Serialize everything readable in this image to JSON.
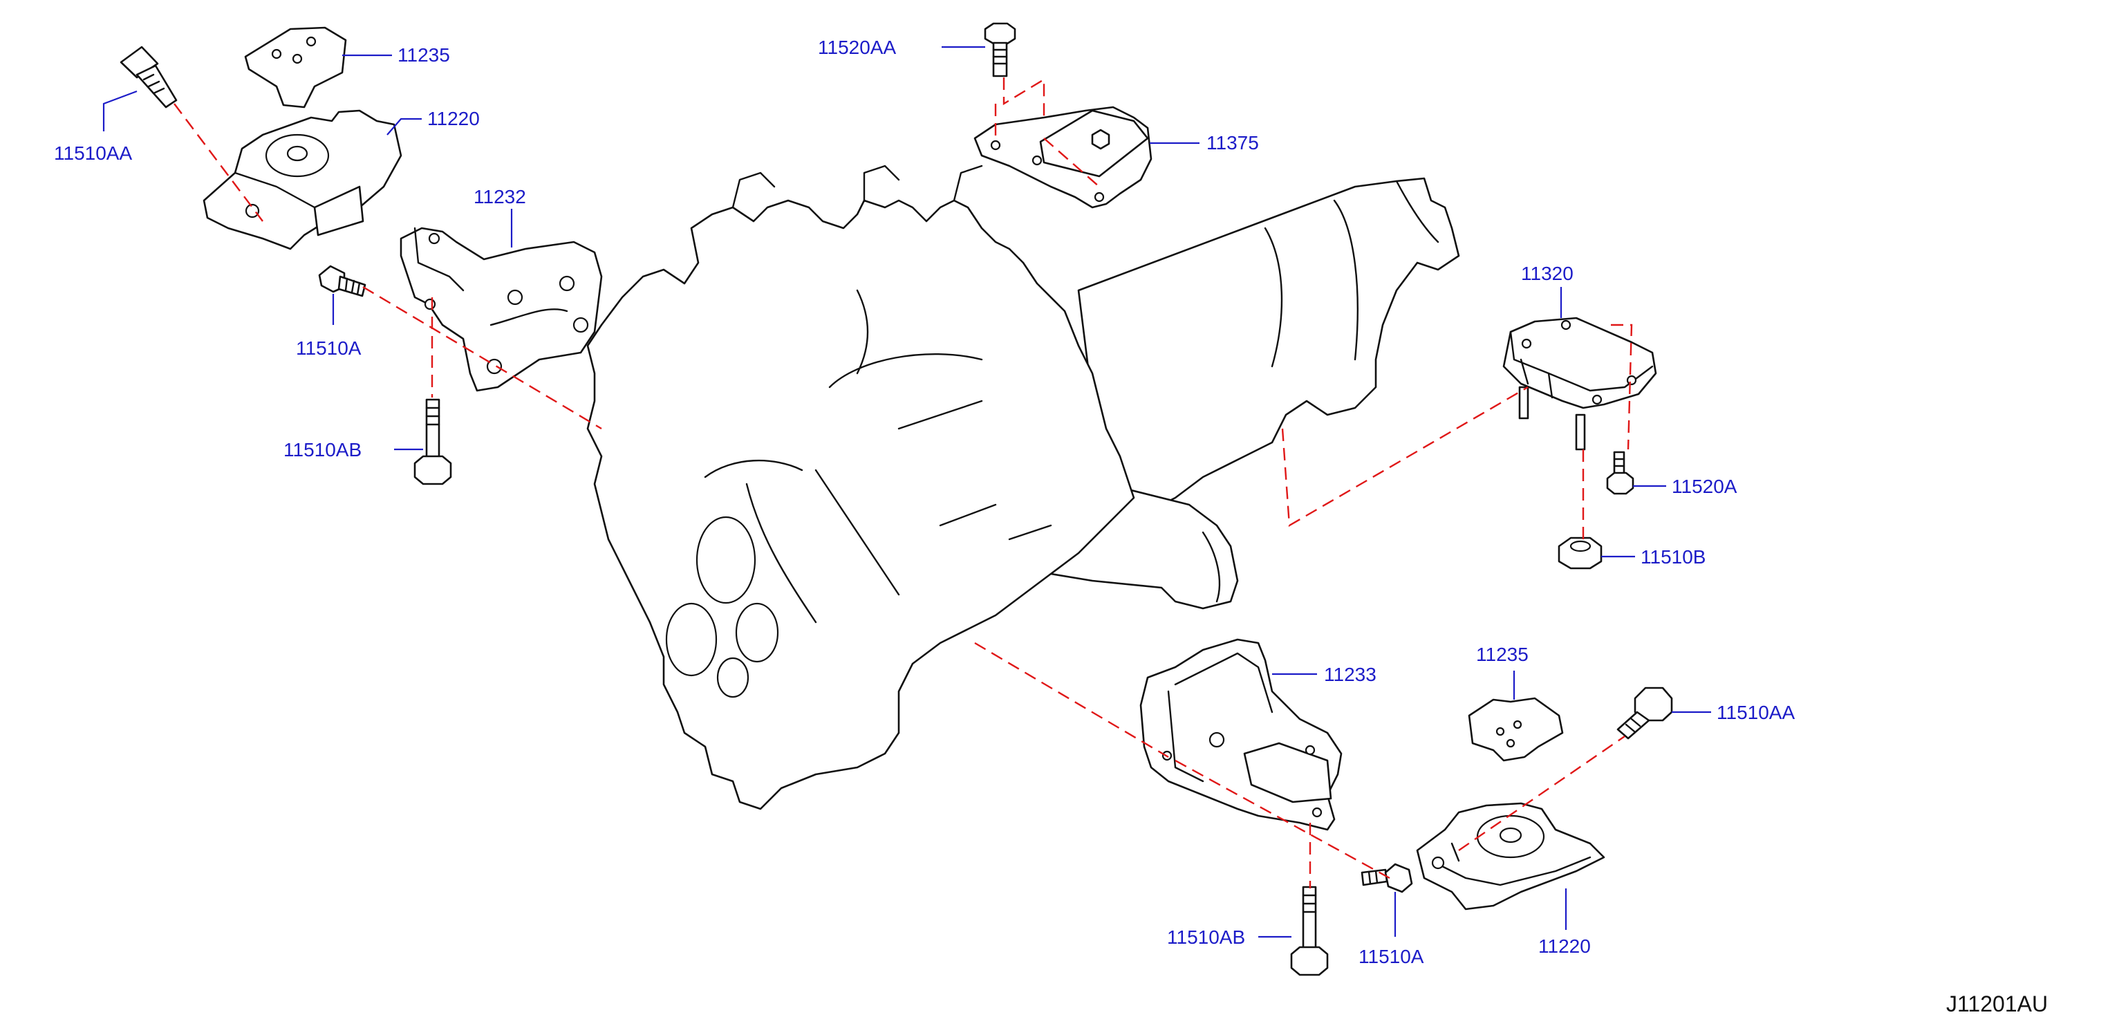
{
  "diagram": {
    "callouts": [
      {
        "id": "c-11235-top",
        "text": "11235"
      },
      {
        "id": "c-11510AA-top",
        "text": "11510AA"
      },
      {
        "id": "c-11220-top",
        "text": "11220"
      },
      {
        "id": "c-11232",
        "text": "11232"
      },
      {
        "id": "c-11510A-top",
        "text": "11510A"
      },
      {
        "id": "c-11510AB-left",
        "text": "11510AB"
      },
      {
        "id": "c-11520AA",
        "text": "11520AA"
      },
      {
        "id": "c-11375",
        "text": "11375"
      },
      {
        "id": "c-11320",
        "text": "11320"
      },
      {
        "id": "c-11520A",
        "text": "11520A"
      },
      {
        "id": "c-11510B",
        "text": "11510B"
      },
      {
        "id": "c-11235-bottom",
        "text": "11235"
      },
      {
        "id": "c-11233",
        "text": "11233"
      },
      {
        "id": "c-11510AA-bottom",
        "text": "11510AA"
      },
      {
        "id": "c-11220-bottom",
        "text": "11220"
      },
      {
        "id": "c-11510AB-bottom",
        "text": "11510AB"
      },
      {
        "id": "c-11510A-bottom",
        "text": "11510A"
      }
    ],
    "drawing_code": "J11201AU",
    "colors": {
      "callout_text": "#1c1cc8",
      "leader_line": "#1c1cc8",
      "dashed_alignment": "#e01818",
      "part_outline": "#111111"
    }
  }
}
